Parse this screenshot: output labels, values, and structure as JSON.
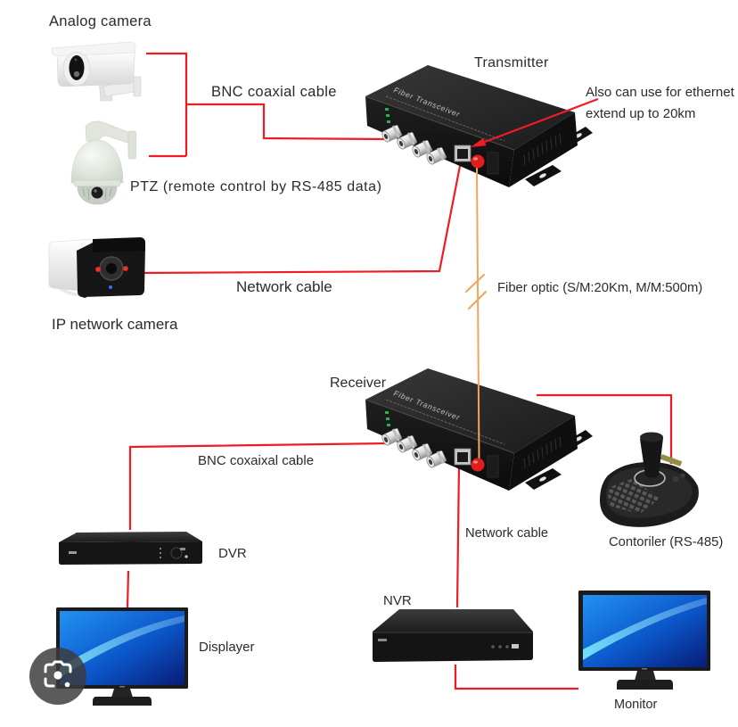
{
  "diagram": {
    "nodes": [
      {
        "id": "analog-camera",
        "label": "Analog camera",
        "icon": "analog-box-camera"
      },
      {
        "id": "ptz-camera",
        "label": "PTZ (remote control by RS-485 data)",
        "icon": "ptz-dome-camera"
      },
      {
        "id": "ip-camera",
        "label": "IP network camera",
        "icon": "ip-bullet-camera"
      },
      {
        "id": "transmitter",
        "label": "Transmitter",
        "icon": "fiber-transceiver",
        "device_text": "Fiber Transceiver",
        "ports": {
          "bnc": 4,
          "rj45": 1,
          "fiber": 1
        }
      },
      {
        "id": "receiver",
        "label": "Receiver",
        "icon": "fiber-transceiver",
        "device_text": "Fiber Transceiver",
        "ports": {
          "bnc": 4,
          "rj45": 1,
          "fiber": 1
        }
      },
      {
        "id": "controller",
        "label": "Contoriler (RS-485)",
        "icon": "ptz-joystick-keyboard"
      },
      {
        "id": "dvr",
        "label": "DVR",
        "icon": "dvr-recorder"
      },
      {
        "id": "displayer",
        "label": "Displayer",
        "icon": "lcd-monitor"
      },
      {
        "id": "nvr",
        "label": "NVR",
        "icon": "nvr-recorder"
      },
      {
        "id": "monitor",
        "label": "Monitor",
        "icon": "lcd-monitor"
      }
    ],
    "connections": [
      {
        "from": [
          "analog-camera",
          "ptz-camera"
        ],
        "to": "transmitter",
        "label": "BNC coaxial cable",
        "line": "red"
      },
      {
        "from": "ip-camera",
        "to": "transmitter",
        "label": "Network cable",
        "line": "red"
      },
      {
        "from": "transmitter",
        "to": "receiver",
        "label": "Fiber optic (S/M:20Km, M/M:500m)",
        "line": "orange"
      },
      {
        "from": "receiver",
        "to": "dvr",
        "label": "BNC coxaixal cable",
        "line": "red"
      },
      {
        "from": "receiver",
        "to": "nvr",
        "label": "Network cable",
        "line": "red"
      },
      {
        "from": "receiver",
        "to": "controller",
        "line": "red"
      },
      {
        "from": "dvr",
        "to": "displayer",
        "line": "red"
      },
      {
        "from": "nvr",
        "to": "monitor",
        "line": "red"
      }
    ],
    "callout": {
      "points_to": "transmitter-rj45-port",
      "lines": [
        "Also can use for ethernet",
        "extend up to 20km"
      ]
    }
  },
  "colors": {
    "cable": "#ee1c24",
    "fiber": "#f3a35b",
    "text": "#2b2b2b",
    "background": "#ffffff"
  },
  "overlay": {
    "lens_button": {
      "icon": "google-lens-icon"
    }
  }
}
